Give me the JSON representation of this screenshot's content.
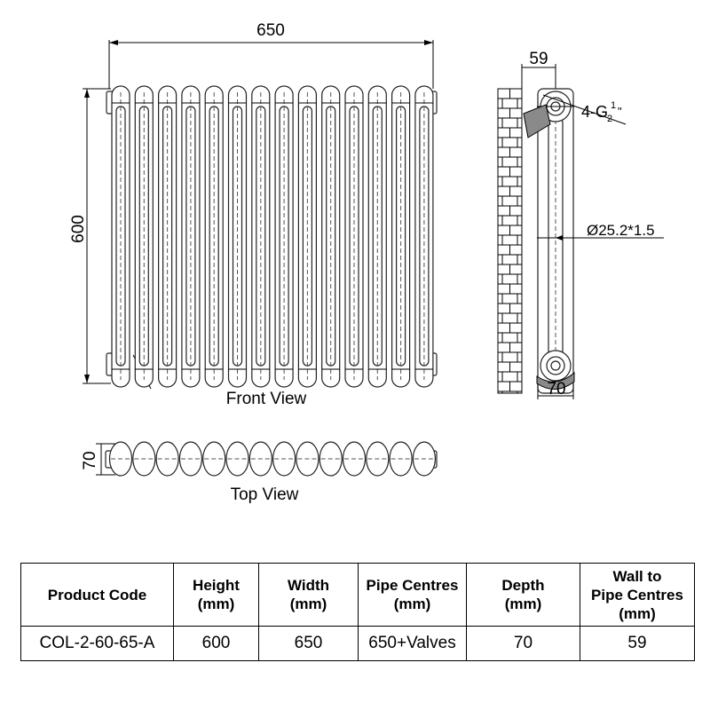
{
  "drawing": {
    "front_view": {
      "caption": "Front View",
      "width_dim": "650",
      "height_dim": "600"
    },
    "top_view": {
      "caption": "Top View",
      "depth_dim": "70"
    },
    "side_view": {
      "wall_to_pipe_dim": "59",
      "depth_dim": "70",
      "connection_label": "4-G",
      "connection_fraction_num": "1",
      "connection_fraction_den": "2",
      "connection_suffix": "\"",
      "tube_label": "Ø25.2*1.5"
    }
  },
  "table": {
    "headers": [
      [
        "Product Code"
      ],
      [
        "Height",
        "(mm)"
      ],
      [
        "Width",
        "(mm)"
      ],
      [
        "Pipe Centres",
        "(mm)"
      ],
      [
        "Depth",
        "(mm)"
      ],
      [
        "Wall to",
        "Pipe Centres",
        "(mm)"
      ]
    ],
    "rows": [
      [
        "COL-2-60-65-A",
        "600",
        "650",
        "650+Valves",
        "70",
        "59"
      ]
    ]
  }
}
